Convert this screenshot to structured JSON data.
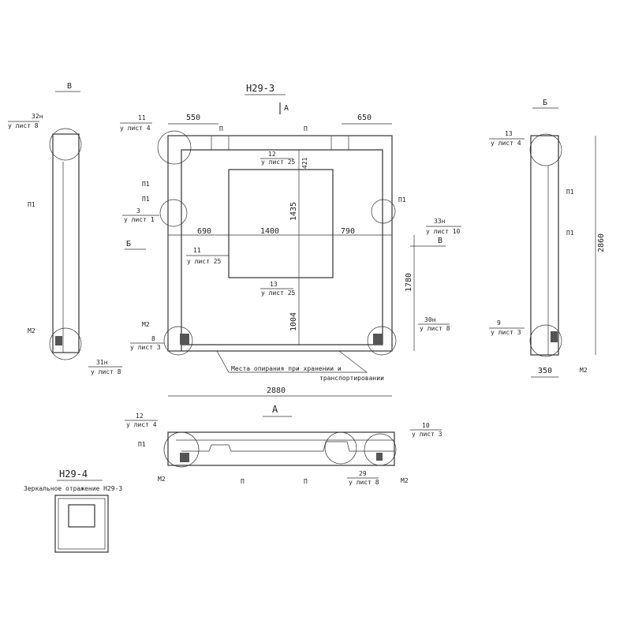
{
  "views": {
    "main_title": "Н29-3",
    "view_v": "В",
    "view_b": "Б",
    "view_a": "А",
    "arrow_a": "А",
    "arrow_b": "Б",
    "arrow_v": "В",
    "mirror_title": "Н29-4",
    "mirror_note": "Зеркальное отражение Н29-3"
  },
  "dimensions": {
    "d550": "550",
    "d650": "650",
    "d421": "421",
    "d1435": "1435",
    "d690": "690",
    "d1400": "1400",
    "d790": "790",
    "d1780": "1780",
    "d1004": "1004",
    "d2880": "2880",
    "d2860": "2860",
    "d350": "350"
  },
  "callouts": {
    "c32n": {
      "num": "32н",
      "sheet": "у лист 8"
    },
    "c31n": {
      "num": "31н",
      "sheet": "у лист 8"
    },
    "c11_4": {
      "num": "11",
      "sheet": "у лист 4"
    },
    "c3_1": {
      "num": "3",
      "sheet": "у лист 1"
    },
    "c8_3": {
      "num": "8",
      "sheet": "у лист 3"
    },
    "c12_25": {
      "num": "12",
      "sheet": "у лист 25"
    },
    "c11_25": {
      "num": "11",
      "sheet": "у лист 25"
    },
    "c13_25": {
      "num": "13",
      "sheet": "у лист 25"
    },
    "c33n": {
      "num": "33н",
      "sheet": "у лист 10"
    },
    "c30n": {
      "num": "30н",
      "sheet": "у лист 8"
    },
    "c13_4": {
      "num": "13",
      "sheet": "у лист 4"
    },
    "c9_3": {
      "num": "9",
      "sheet": "у лист 3"
    },
    "c12_4": {
      "num": "12",
      "sheet": "у лист 4"
    },
    "c10_3": {
      "num": "10",
      "sheet": "у лист 3"
    },
    "c29_8": {
      "num": "29",
      "sheet": "у лист 8"
    }
  },
  "marks": {
    "p": "П",
    "p1": "П1",
    "m2": "М2"
  },
  "support_note": {
    "line1": "Места опирания при хранении и",
    "line2": "транспортировании"
  }
}
